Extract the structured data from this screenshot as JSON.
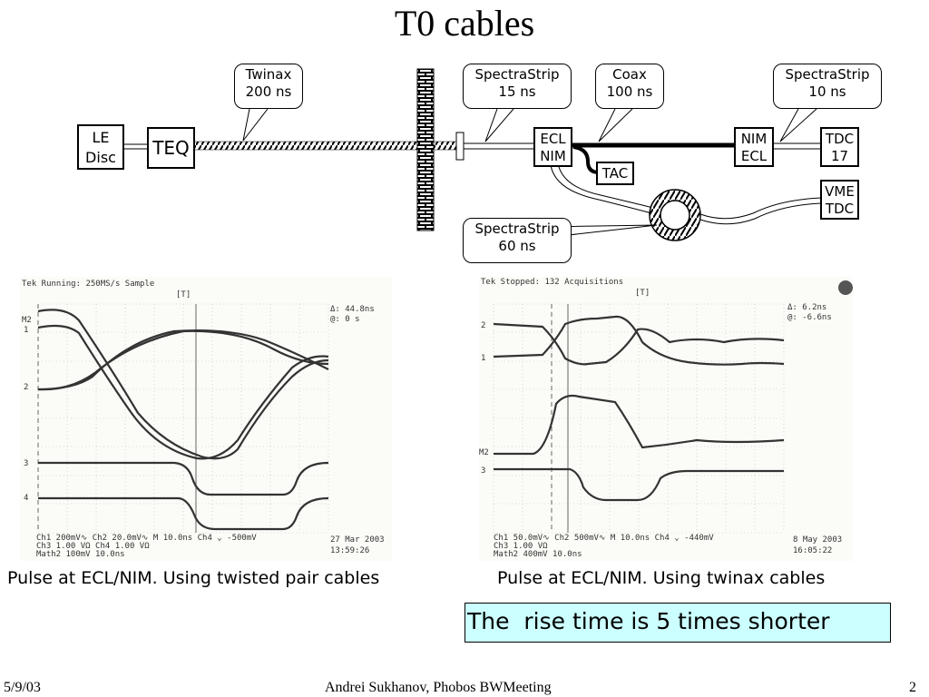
{
  "slide": {
    "title": "T0 cables",
    "footer": {
      "date": "5/9/03",
      "center": "Andrei Sukhanov, Phobos BWMeeting",
      "page": "2"
    }
  },
  "diagram": {
    "boxes": {
      "le_disc": "LE\nDisc",
      "teq": "TEQ",
      "ecl_nim": "ECL\nNIM",
      "tac": "TAC",
      "nim_ecl": "NIM\nECL",
      "tdc17": "TDC\n17",
      "vme_tdc": "VME\nTDC"
    },
    "callouts": {
      "twinax": "Twinax\n200 ns",
      "spectrastrip15": "SpectraStrip\n15 ns",
      "coax": "Coax\n100 ns",
      "spectrastrip10": "SpectraStrip\n10 ns",
      "spectrastrip60": "SpectraStrip\n60 ns"
    }
  },
  "scopes": {
    "left": {
      "header": "Tek Running: 250MS/s     Sample",
      "trigger": "[T]",
      "delta": "Δ: 44.8ns",
      "at": "@: 0 s",
      "markers": [
        "M2",
        "1",
        "2",
        "3",
        "4"
      ],
      "footer_l1": "Ch1   200mV∿   Ch2  20.0mV∿  M 10.0ns  Ch4 ⌄  -500mV",
      "footer_l2": "Ch3    1.00 VΩ   Ch4    1.00 VΩ",
      "footer_l3": "Math2     100mV      10.0ns",
      "date": "27 Mar 2003",
      "time": "13:59:26"
    },
    "right": {
      "header": "Tek Stopped:       132 Acquisitions",
      "trigger": "[T]",
      "delta": "Δ: 6.2ns",
      "at": "@: -6.6ns",
      "markers": [
        "2",
        "1",
        "M2",
        "3"
      ],
      "footer_l1": "Ch1  50.0mV∿   Ch2   500mV∿   M 10.0ns  Ch4 ⌄  -440mV",
      "footer_l2": "Ch3             1.00 VΩ",
      "footer_l3": "Math2     400mV    10.0ns",
      "date": "8 May 2003",
      "time": "16:05:22"
    }
  },
  "captions": {
    "left": "Pulse at ECL/NIM. Using twisted pair cables",
    "right": "Pulse at ECL/NIM. Using twinax cables"
  },
  "note": "The  rise time is 5 times shorter"
}
